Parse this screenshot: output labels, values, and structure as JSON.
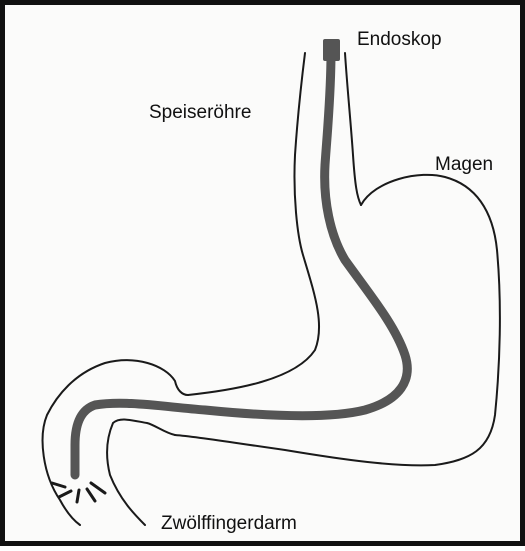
{
  "labels": {
    "endoskop": "Endoskop",
    "speiseroehre": "Speiseröhre",
    "magen": "Magen",
    "zwoelffingerdarm": "Zwölffingerdarm"
  },
  "colors": {
    "outline": "#1a1a1a",
    "endoscope": "#555555",
    "border": "#111111",
    "background": "#fbfbfa"
  }
}
